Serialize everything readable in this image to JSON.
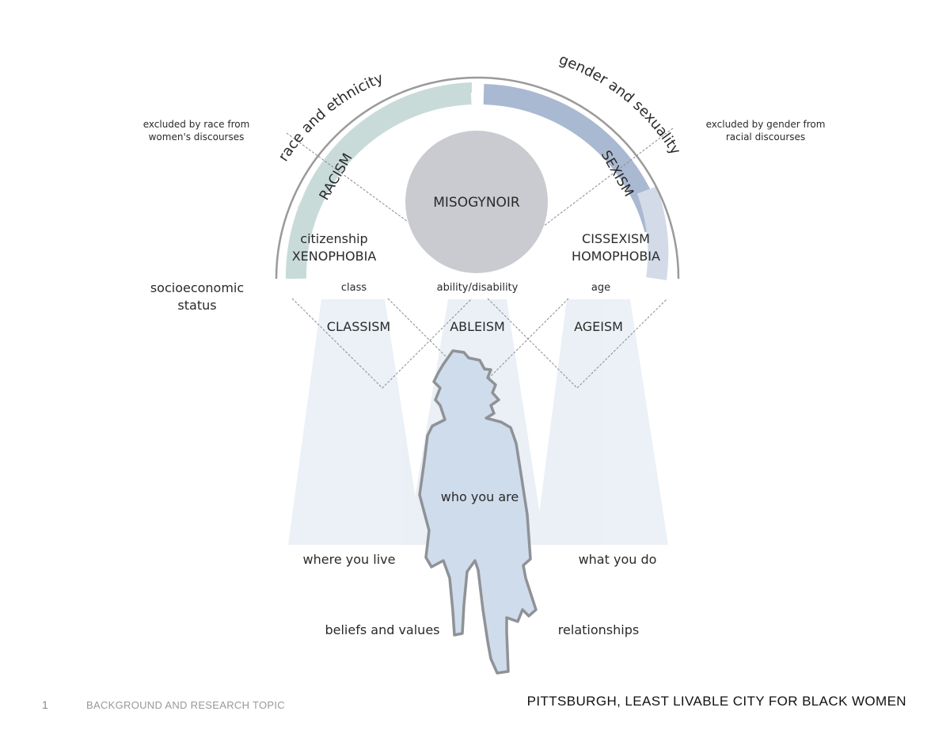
{
  "diagram": {
    "center_label": "MISOGYNOIR",
    "arc_left_category": "race and ethnicity",
    "arc_right_category": "gender and sexuality",
    "left_ism": "RACISM",
    "right_ism": "SEXISM",
    "left_note_line1": "excluded by race from",
    "left_note_line2": "women's discourses",
    "right_note_line1": "excluded by gender from",
    "right_note_line2": "racial discourses",
    "citizenship": "citizenship",
    "xenophobia": "XENOPHOBIA",
    "cissexism": "CISSEXISM",
    "homophobia": "HOMOPHOBIA",
    "socioeconomic_line1": "socioeconomic",
    "socioeconomic_line2": "status",
    "class": "class",
    "ability": "ability/disability",
    "age": "age",
    "classism": "CLASSISM",
    "ableism": "ABLEISM",
    "ageism": "AGEISM",
    "who_you_are": "who you are",
    "where_you_live": "where you live",
    "what_you_do": "what you do",
    "beliefs_values": "beliefs and values",
    "relationships": "relationships"
  },
  "footer": {
    "page_number": "1",
    "section": "BACKGROUND AND RESEARCH TOPIC",
    "title": "PITTSBURGH, LEAST LIVABLE CITY FOR BLACK WOMEN"
  },
  "colors": {
    "race_band": "#c8dbd9",
    "gender_band": "#aab9d2",
    "center_circle": "#cacbd0",
    "figure_fill": "#cfdcec",
    "beam": "#e8eef5"
  }
}
